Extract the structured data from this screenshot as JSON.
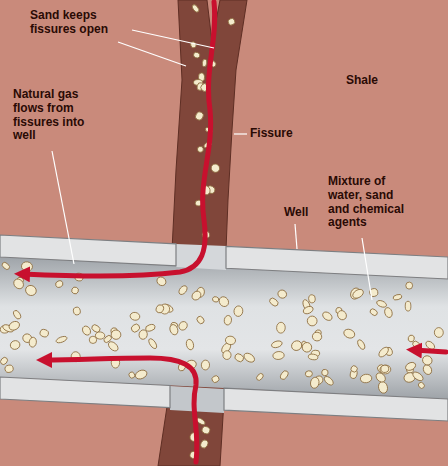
{
  "diagram": {
    "labels": [
      "Sand keeps fissures open",
      "Shale",
      "Natural gas flows from fissures into well",
      "Fissure",
      "Well",
      "Mixture of water, sand and chemical agents"
    ]
  }
}
